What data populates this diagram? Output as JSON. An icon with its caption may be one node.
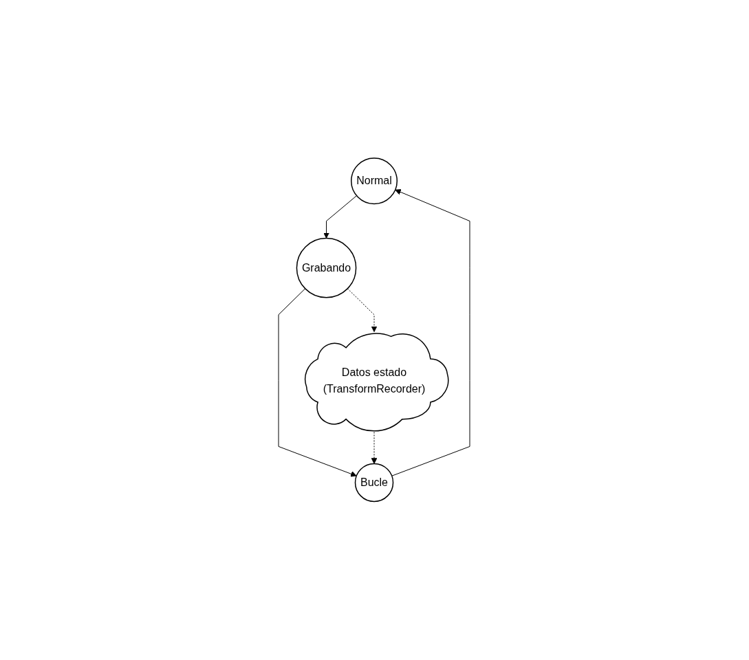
{
  "diagram": {
    "nodes": [
      {
        "text": [
          "Normal"
        ]
      },
      {
        "text": [
          "Bucle"
        ]
      },
      {
        "text": [
          "Grabando"
        ]
      },
      {
        "text": [
          "Datos estado",
          "(TransformRecorder)"
        ]
      }
    ],
    "edges": [
      {
        "from": 1,
        "to": 0,
        "arrow": "to"
      },
      {
        "from": 0,
        "to": 2,
        "arrow": "to"
      },
      {
        "from": 2,
        "to": 1,
        "arrow": "to"
      },
      {
        "from": 2,
        "to": 3,
        "arrow": "to",
        "style": "dashed"
      },
      {
        "from": 3,
        "to": 1,
        "arrow": "to",
        "style": "dashed"
      }
    ]
  }
}
